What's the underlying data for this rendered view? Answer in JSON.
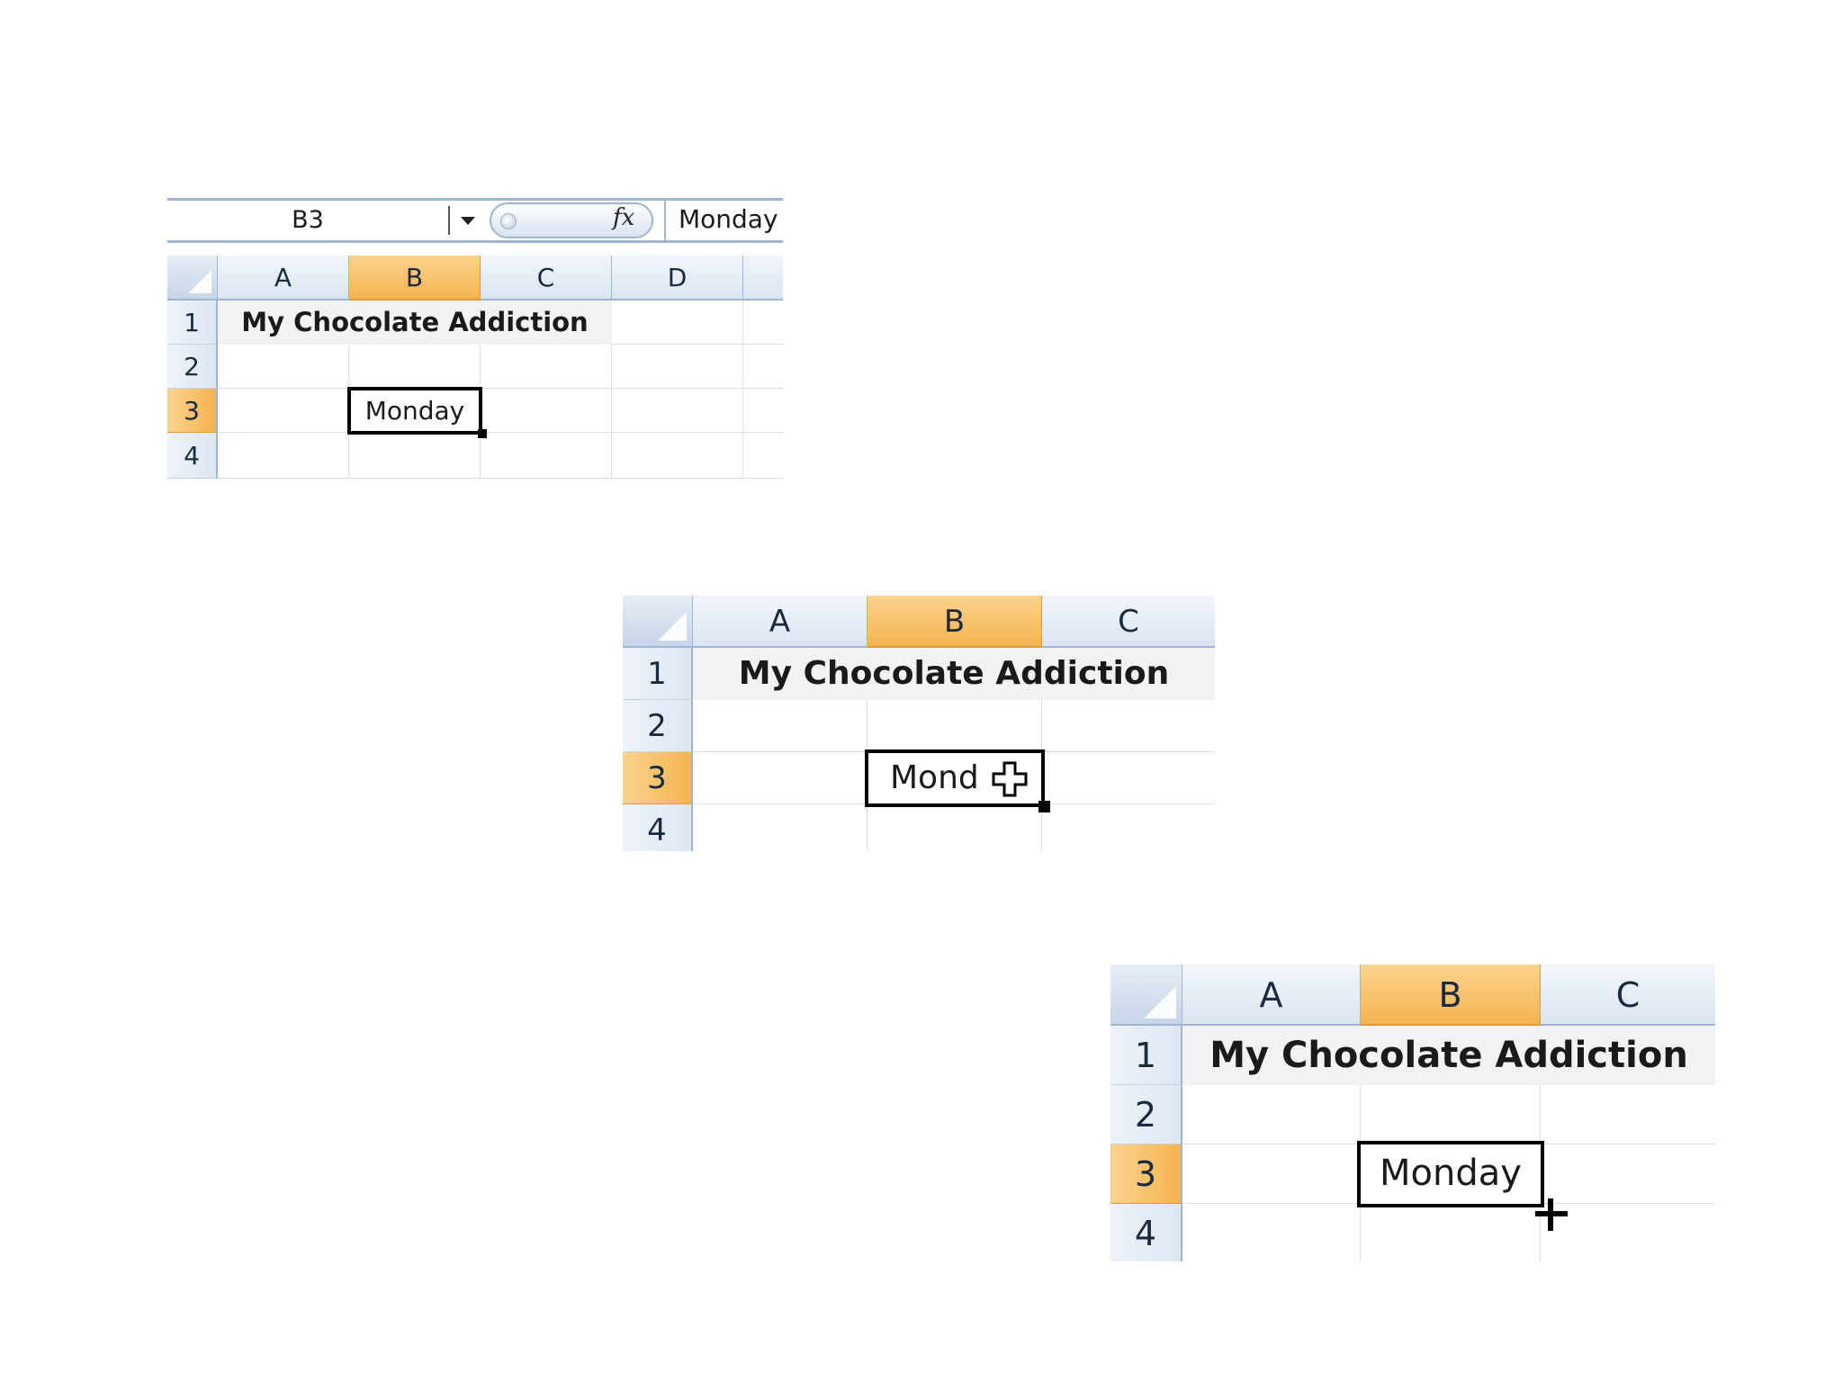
{
  "snip1": {
    "name_box": "B3",
    "formula_value": "Monday",
    "columns": [
      "A",
      "B",
      "C",
      "D"
    ],
    "rows": [
      "1",
      "2",
      "3",
      "4"
    ],
    "title": "My Chocolate Addiction",
    "active_cell_value": "Monday"
  },
  "snip2": {
    "columns": [
      "A",
      "B",
      "C"
    ],
    "rows": [
      "1",
      "2",
      "3",
      "4"
    ],
    "title": "My Chocolate Addiction",
    "active_cell_value": "Mond"
  },
  "snip3": {
    "columns": [
      "A",
      "B",
      "C"
    ],
    "rows": [
      "1",
      "2",
      "3",
      "4"
    ],
    "title": "My Chocolate Addiction",
    "active_cell_value": "Monday"
  },
  "colors": {
    "header_blue": "#dbe5f2",
    "header_selected_orange": "#f6b350",
    "grid_border": "#9fb5d3"
  },
  "icons": [
    "fx-icon",
    "dropdown-arrow-icon",
    "move-cursor-icon",
    "crosshair-cursor-icon",
    "select-all-corner-icon"
  ]
}
